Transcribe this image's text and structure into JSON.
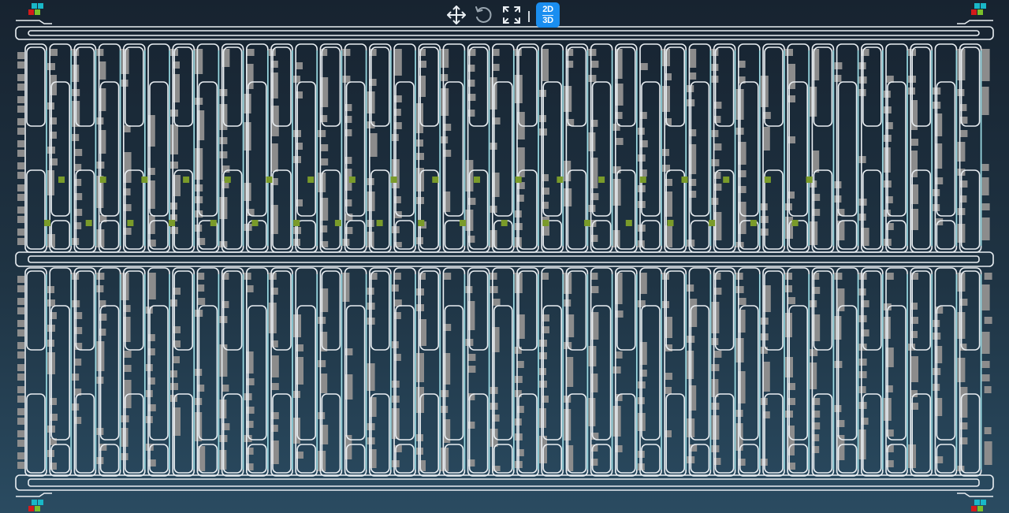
{
  "toolbar": {
    "pan_icon": "move-arrows-icon",
    "reset_icon": "rotate-ccw-icon",
    "fit_icon": "fullscreen-corners-icon",
    "view_toggle": {
      "top": "2D",
      "bottom": "3D"
    }
  },
  "floorplan": {
    "colors": {
      "background_top": "#172330",
      "background_bottom": "#2a4b61",
      "outline": "#e9eef2",
      "tile_gray": "#8c8c8c",
      "tile_green": "#7a9b2a",
      "connector_teal": "#19b8c8",
      "status_red": "#d41a1a",
      "status_green": "#7ac02a",
      "accent_blue": "#1a8ef0"
    },
    "sections": [
      "upper-bay",
      "lower-bay"
    ],
    "corner_markers": [
      "top-left",
      "top-right",
      "bottom-left",
      "bottom-right"
    ]
  }
}
